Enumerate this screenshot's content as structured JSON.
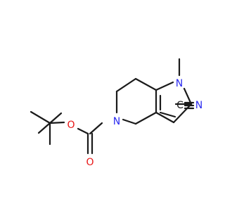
{
  "molecule": {
    "atom_labels": {
      "pyrrole_n": "N",
      "ring_n": "N",
      "ester_o": "O",
      "carbonyl_o": "O",
      "nitrile_c": "C",
      "nitrile_n": "N"
    },
    "colors": {
      "carbon_bond": "#1a1a1a",
      "nitrogen": "#2a2af0",
      "oxygen": "#e81515",
      "background": "#ffffff"
    }
  }
}
